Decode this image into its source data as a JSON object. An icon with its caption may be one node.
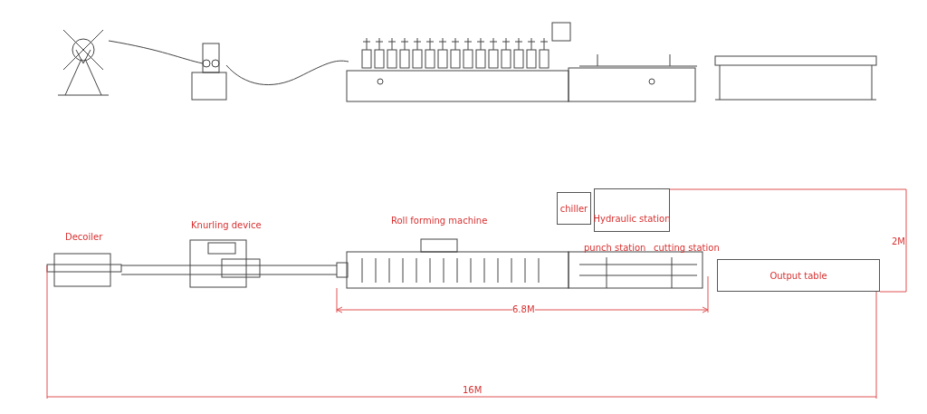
{
  "diagram": {
    "nodes": [
      {
        "text": [
          "chiller"
        ]
      },
      {
        "text": [
          "Hydraulic station"
        ]
      },
      {
        "text": [
          "Output table"
        ]
      }
    ],
    "labels": [
      "Roll forming machine",
      "Knurling device",
      "Decoiler",
      "2M",
      "punch station",
      "cutting station",
      "6.8M",
      "16M"
    ]
  }
}
